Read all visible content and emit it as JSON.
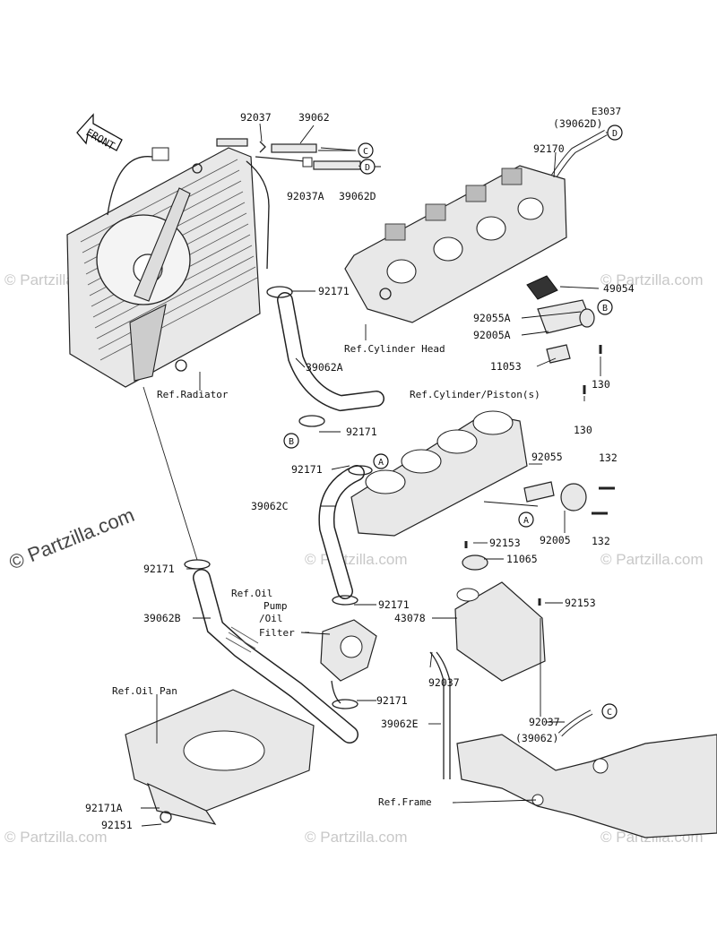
{
  "page": {
    "code": "E3037",
    "direction": "FRONT"
  },
  "watermarks": {
    "main": "© Partzilla.com",
    "repeat": "© Partzilla.com"
  },
  "refs": {
    "radiator": "Ref.Radiator",
    "cylinder_head": "Ref.Cylinder Head",
    "cylinder_piston": "Ref.Cylinder/Piston(s)",
    "oil_pump_l1": "Ref.Oil",
    "oil_pump_l2": "Pump",
    "oil_pump_l3": "/Oil",
    "oil_pump_l4": "Filter",
    "oil_pan": "Ref.Oil Pan",
    "frame": "Ref.Frame"
  },
  "callouts": {
    "a": "A",
    "b": "B",
    "c": "C",
    "d": "D"
  },
  "parts": {
    "p92037_top": "92037",
    "p39062_top": "39062",
    "p92037A": "92037A",
    "p39062D": "39062D",
    "p39062D_paren": "(39062D)",
    "p92170": "92170",
    "p92171_a": "92171",
    "p39062A": "39062A",
    "p49054": "49054",
    "p92055A": "92055A",
    "p92005A": "92005A",
    "p11053": "11053",
    "p130_a": "130",
    "p130_b": "130",
    "p92171_b": "92171",
    "p92171_c": "92171",
    "p39062C": "39062C",
    "p92055": "92055",
    "p132_a": "132",
    "p92005": "92005",
    "p132_b": "132",
    "p92153_a": "92153",
    "p11065": "11065",
    "p92171_d": "92171",
    "p39062B": "39062B",
    "p92171_e": "92171",
    "p43078": "43078",
    "p92153_b": "92153",
    "p92037_b": "92037",
    "p92171_f": "92171",
    "p39062E": "39062E",
    "p92037_c": "92037",
    "p39062_paren": "(39062)",
    "p92171A": "92171A",
    "p92151": "92151"
  }
}
